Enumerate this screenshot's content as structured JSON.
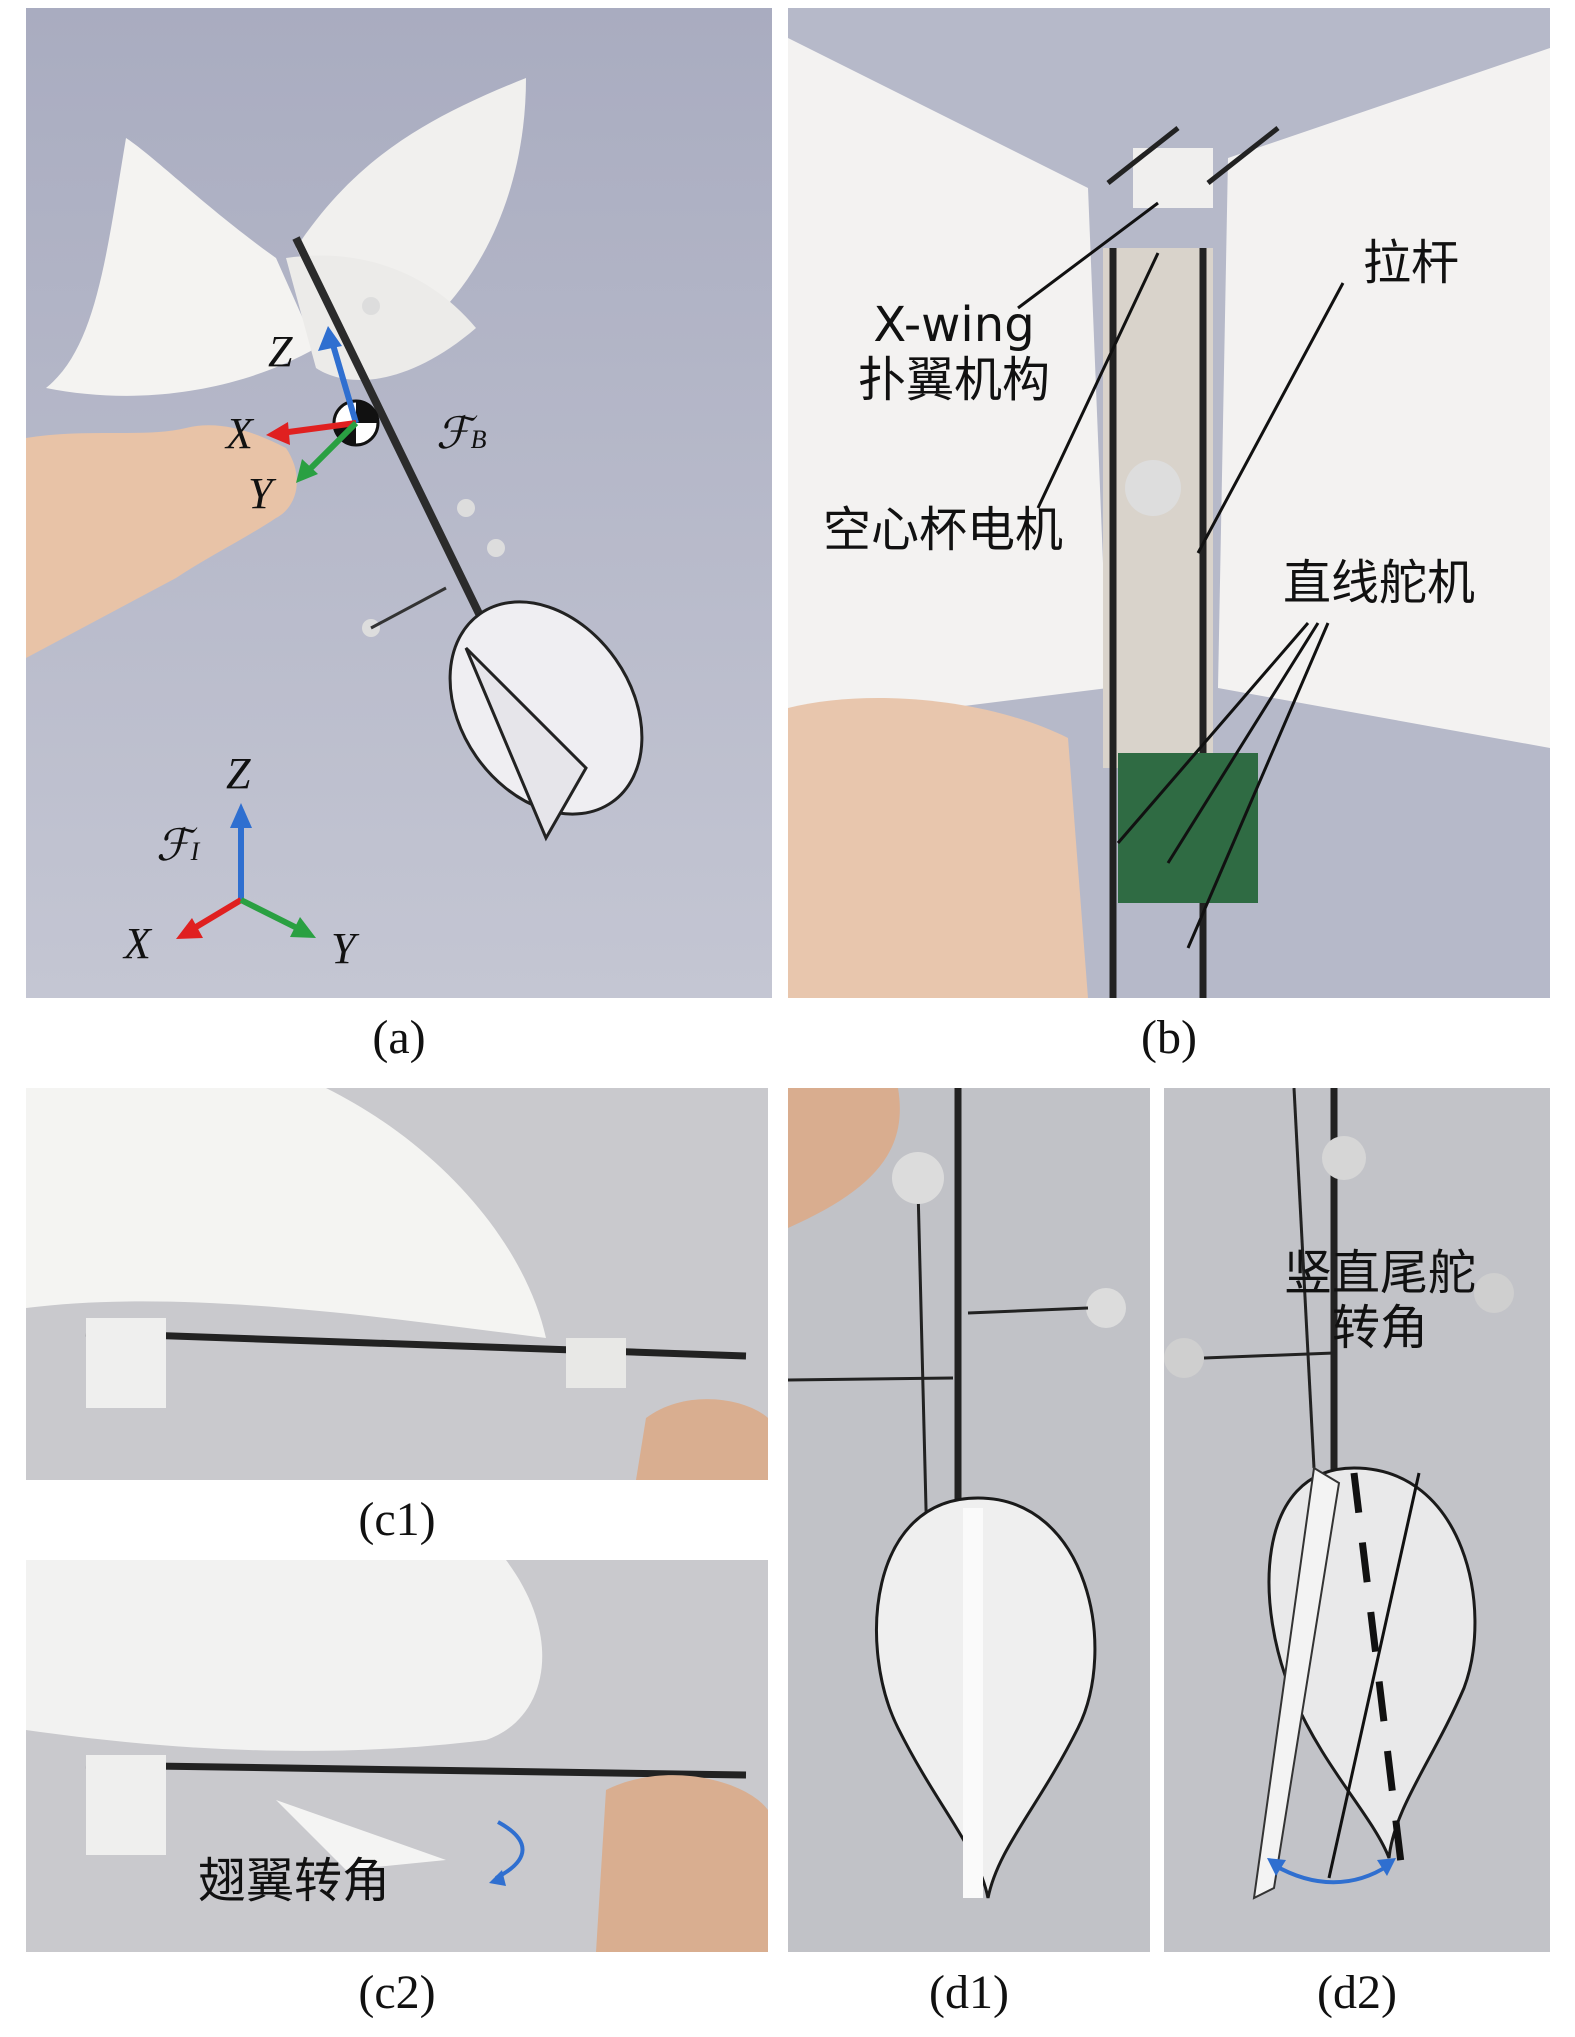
{
  "captions": {
    "a": "(a)",
    "b": "(b)",
    "c1": "(c1)",
    "c2": "(c2)",
    "d1": "(d1)",
    "d2": "(d2)"
  },
  "panel_a": {
    "body_axes": {
      "z": "Z",
      "x": "X",
      "y": "Y",
      "frame": "ℱ",
      "frame_sub": "B"
    },
    "inertial_axes": {
      "z": "Z",
      "x": "X",
      "y": "Y",
      "frame": "ℱ",
      "frame_sub": "I"
    },
    "axis_colors": {
      "x": "#e02020",
      "y": "#2aa042",
      "z": "#2f6fd0"
    }
  },
  "panel_b": {
    "label_xwing_line1": "X-wing",
    "label_xwing_line2": "扑翼机构",
    "label_motor": "空心杯电机",
    "label_rod": "拉杆",
    "label_servo": "直线舵机"
  },
  "panel_c2": {
    "label_wing_angle": "翅翼转角"
  },
  "panel_d2": {
    "label_rudder_line1": "竖直尾舵",
    "label_rudder_line2": "转角"
  },
  "colors": {
    "background_photo": "#b9bccd",
    "arrow_blue": "#2f6fd0"
  }
}
